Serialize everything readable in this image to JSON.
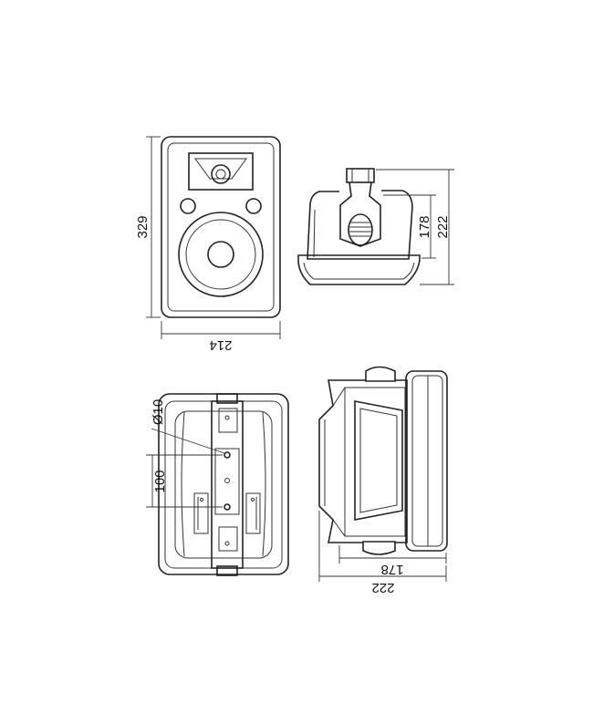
{
  "diagram": {
    "line_color": "#222222",
    "background_color": "#ffffff",
    "dimensions": {
      "front_height": "329",
      "front_width": "214",
      "side_total_depth": "222",
      "side_body_depth": "178",
      "hole_diameter": "Ø10",
      "hole_spacing": "100",
      "bottom_body_depth": "178",
      "bottom_total_depth": "222"
    }
  }
}
